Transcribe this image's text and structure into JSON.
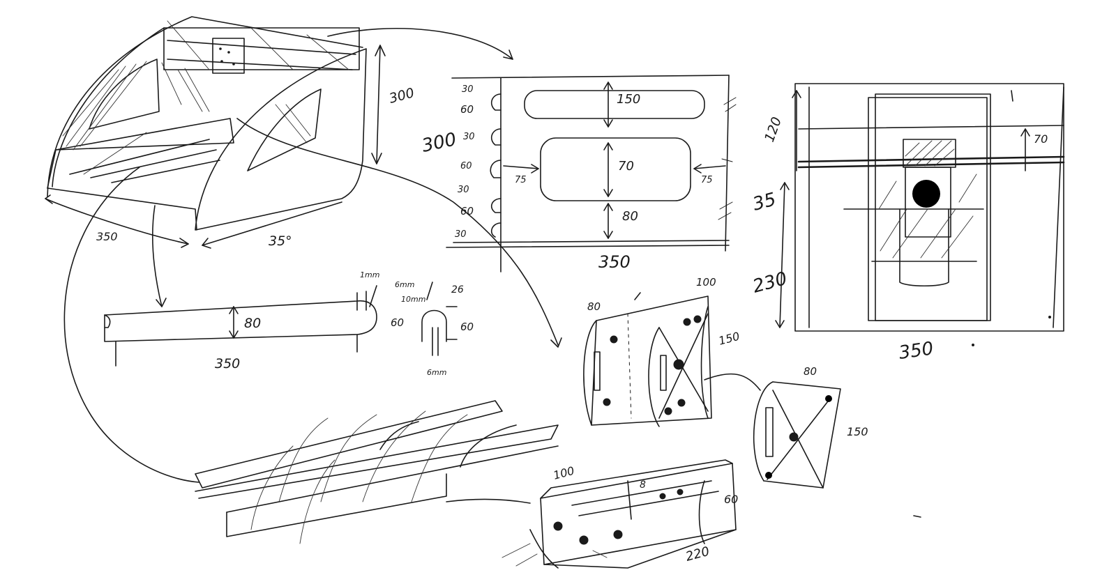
{
  "dimensions": {
    "frame_height": "300",
    "frame_depth_left": "350",
    "frame_width_front": "35°",
    "slot_30_a": "30",
    "slot_60_a": "60",
    "panel_height": "300",
    "slot_30_b": "30",
    "slot_60_b": "60",
    "slot_30_c": "30",
    "slot_60_c": "60",
    "slot_30_d": "30",
    "top_cutout": "150",
    "mid_cutout": "70",
    "margin_left": "75",
    "margin_right": "75",
    "bottom_gap": "80",
    "panel_width": "350",
    "bar_height": "80",
    "bar_length": "350",
    "tab_1mm": "1mm",
    "tab_6mm_top": "6mm",
    "tab_10mm": "10mm",
    "tab_60": "60",
    "clip_26": "26",
    "clip_60": "60",
    "clip_6mm": "6mm",
    "box_80": "80",
    "box_100": "100",
    "box_150": "150",
    "front_120": "120",
    "front_70": "70",
    "front_35": "35",
    "front_230": "230",
    "front_width": "350",
    "plate_80": "80",
    "plate_150": "150",
    "base_100": "100",
    "base_8": "8",
    "base_60": "60",
    "base_220": "220"
  }
}
